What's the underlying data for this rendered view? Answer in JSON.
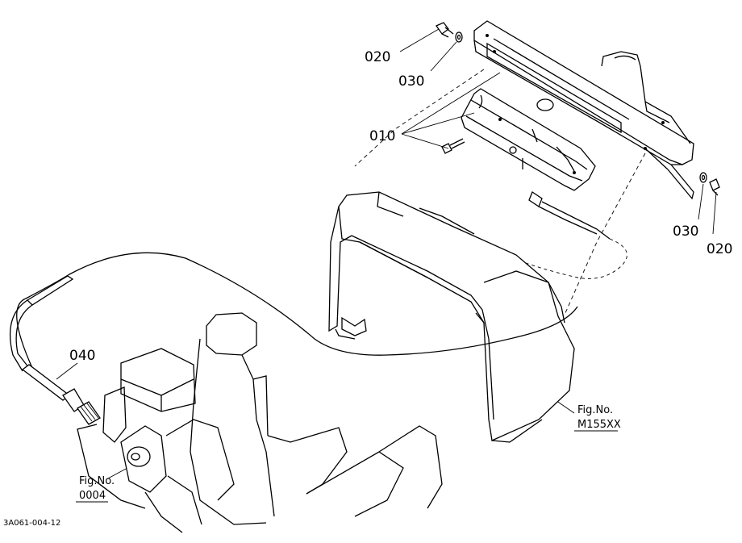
{
  "labels": {
    "p020_top": "020",
    "p030_top": "030",
    "p010": "010",
    "p030_right": "030",
    "p020_right": "020",
    "p040": "040"
  },
  "refs": {
    "right_fig": "Fig.No.",
    "right_num": "M155XX",
    "left_fig": "Fig.No.",
    "left_num": "0004"
  },
  "drawing_code": "3A061-004-12"
}
